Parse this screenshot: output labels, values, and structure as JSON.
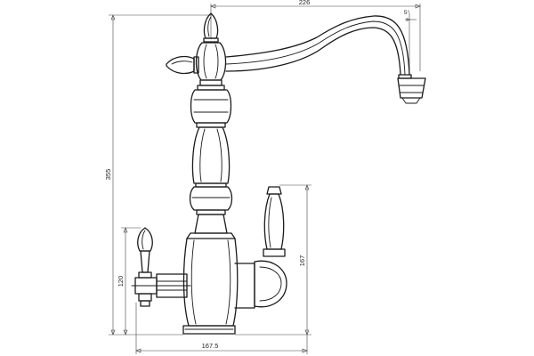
{
  "dimensions": {
    "spout_reach": "226",
    "spout_angle": "5°",
    "total_height": "355",
    "right_handle_height": "167",
    "left_handle_height": "120",
    "base_width": "167.5"
  },
  "colors": {
    "line": "#1a1a1a",
    "dimension_line": "#444444",
    "background": "#ffffff"
  }
}
